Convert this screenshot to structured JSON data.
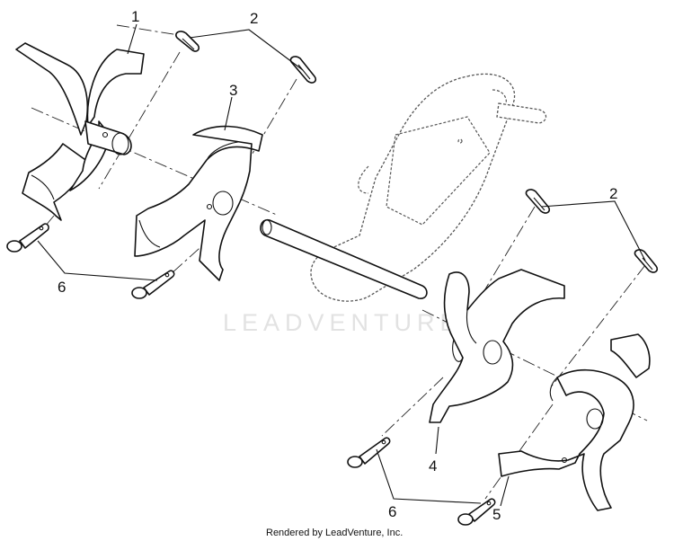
{
  "diagram": {
    "callouts": [
      {
        "id": "1",
        "label": "1"
      },
      {
        "id": "2a",
        "label": "2"
      },
      {
        "id": "3",
        "label": "3"
      },
      {
        "id": "2b",
        "label": "2"
      },
      {
        "id": "4",
        "label": "4"
      },
      {
        "id": "5",
        "label": "5"
      },
      {
        "id": "6a",
        "label": "6"
      },
      {
        "id": "6b",
        "label": "6"
      }
    ],
    "watermark": "LEADVENTURE",
    "footer": "Rendered by LeadVenture, Inc."
  }
}
